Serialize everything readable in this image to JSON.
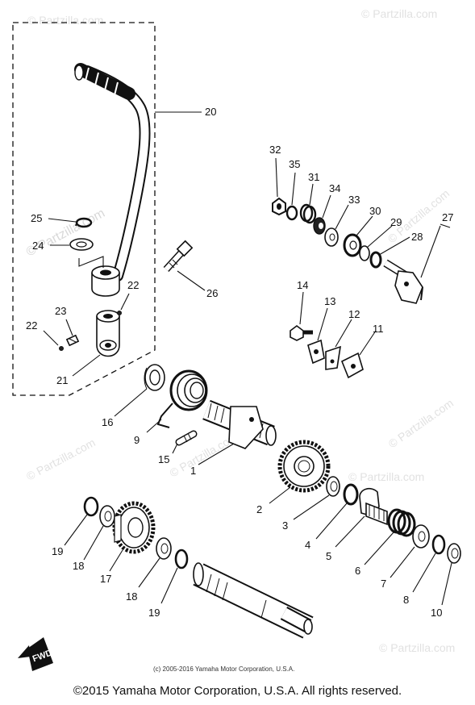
{
  "watermarks": {
    "brand": "© Partzilla.com",
    "brand_short": "Partzilla.com",
    "brand_tail": "© Partzil"
  },
  "callouts": {
    "c1": "1",
    "c2": "2",
    "c3": "3",
    "c4": "4",
    "c5": "5",
    "c6": "6",
    "c7": "7",
    "c8": "8",
    "c9": "9",
    "c10": "10",
    "c11": "11",
    "c12": "12",
    "c13": "13",
    "c14": "14",
    "c15": "15",
    "c16": "16",
    "c17": "17",
    "c18a": "18",
    "c18b": "18",
    "c19a": "19",
    "c19b": "19",
    "c20": "20",
    "c21": "21",
    "c22a": "22",
    "c22b": "22",
    "c23": "23",
    "c24": "24",
    "c25": "25",
    "c26": "26",
    "c27": "27",
    "c28": "28",
    "c29": "29",
    "c30": "30",
    "c31": "31",
    "c32": "32",
    "c33": "33",
    "c34": "34",
    "c35": "35"
  },
  "fwd_label": "FWD",
  "inner_copyright": "(c) 2005-2016 Yamaha Motor Corporation, U.S.A.",
  "footer_copyright": "©2015 Yamaha Motor Corporation, U.S.A. All rights reserved."
}
